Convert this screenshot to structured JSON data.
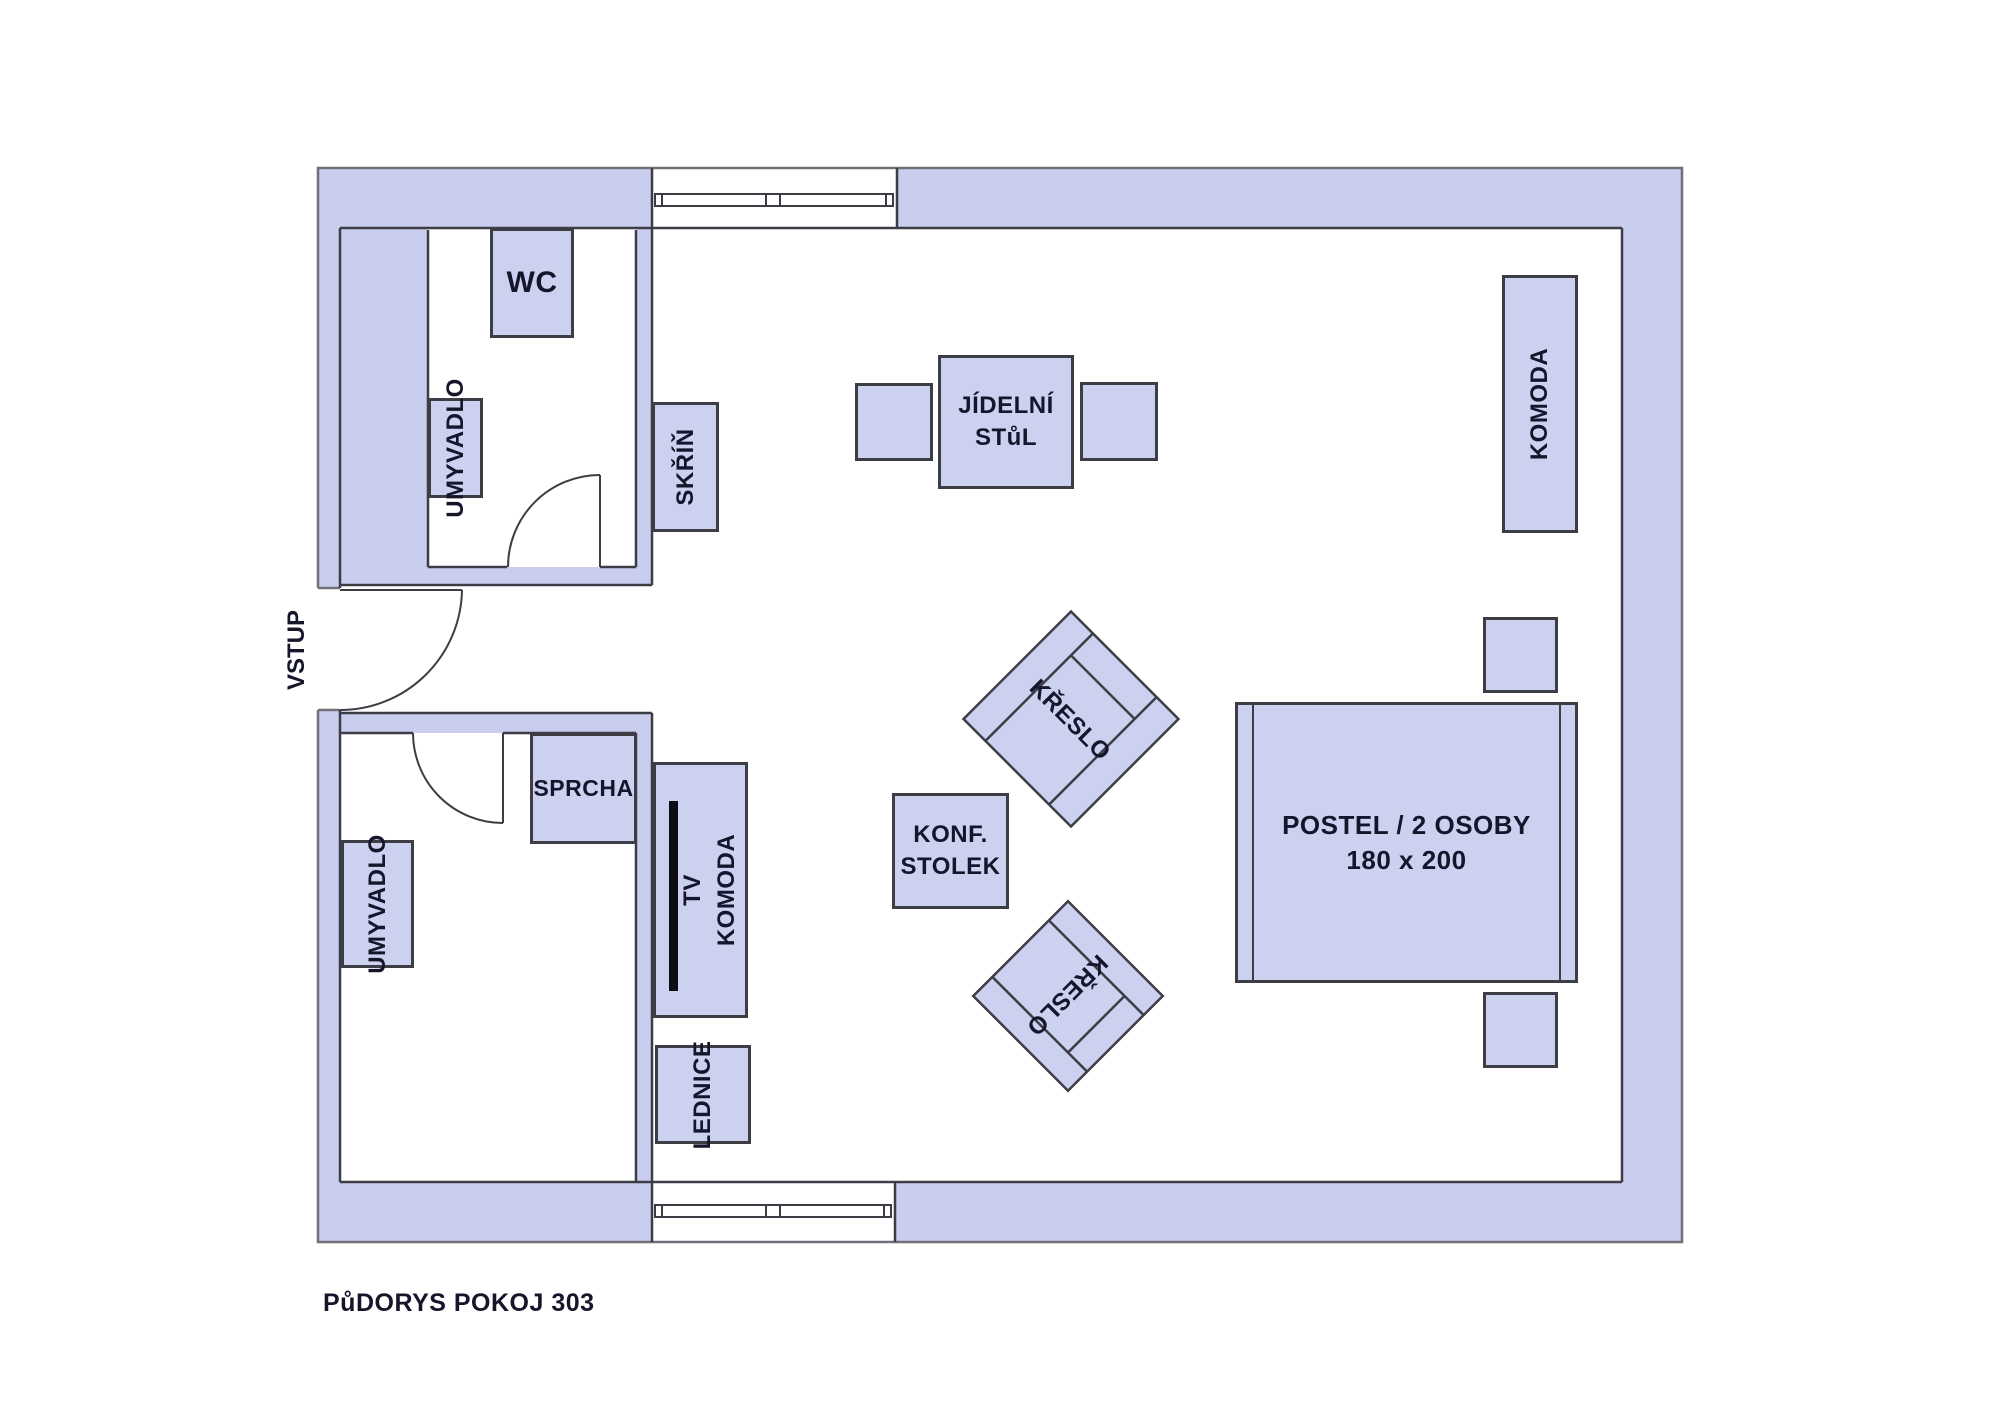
{
  "title": "PůDORYS POKOJ 303",
  "colors": {
    "background": "#ffffff",
    "wall_fill": "#c9cdee",
    "furniture_fill": "#cdd1f0",
    "line": "#3d3d46",
    "outer_line": "#70707a",
    "text": "#15152b",
    "tv_bar": "#0c0c14"
  },
  "entrance": {
    "label": "VSTUP"
  },
  "furniture": {
    "wc": "WC",
    "umyvadlo_top": "UMYVADLO",
    "skrin": "SKŘÍŇ",
    "jidelni_stul": {
      "line1": "JÍDELNÍ",
      "line2": "STůL"
    },
    "komoda_right": "KOMODA",
    "kreslo_1": "KŘESLO",
    "kreslo_2": "KŘESLO",
    "konf_stolek": {
      "line1": "KONF.",
      "line2": "STOLEK"
    },
    "postel": {
      "line1": "POSTEL / 2 OSOBY",
      "line2": "180 x 200"
    },
    "tv_komoda": {
      "line1": "TV",
      "line2": "KOMODA"
    },
    "lednice": "LEDNICE",
    "sprcha": "SPRCHA",
    "umyvadlo_bottom": "UMYVADLO"
  }
}
